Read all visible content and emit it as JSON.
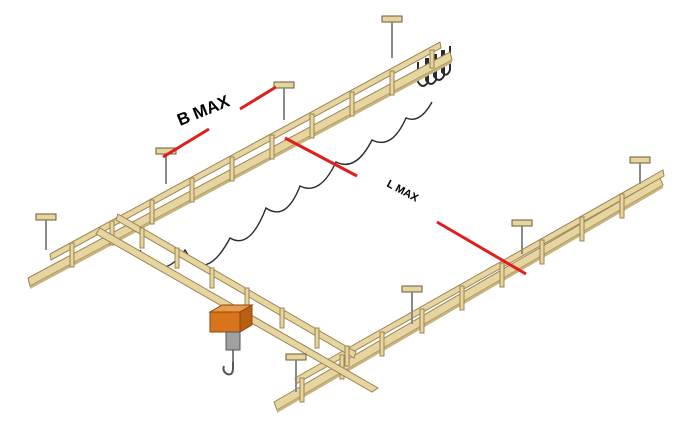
{
  "labels": {
    "b_max": "B MAX",
    "l_max": "L MAX"
  },
  "colors": {
    "background": "#ffffff",
    "beam": "#E6D4A1",
    "beam_edge": "#9C8550",
    "dimension_line": "#E01E1E",
    "text": "#000000",
    "hoist_body": "#D9741C",
    "hoist_drum": "#A0A0A0",
    "hanger": "#8A8A8A",
    "festoon_cable": "#2B2B2B"
  },
  "components": [
    "left-runway",
    "right-runway",
    "bridge-girder",
    "hoist",
    "hook",
    "festoon-cable",
    "suspension-hanger"
  ]
}
